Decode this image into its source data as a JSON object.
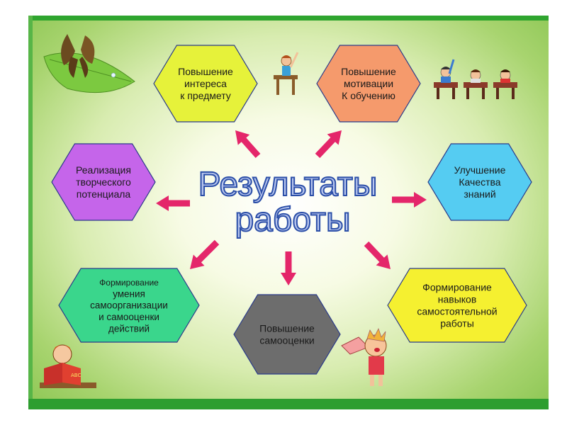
{
  "title": {
    "line1": "Результаты",
    "line2": "работы"
  },
  "nodes": [
    {
      "id": "interest",
      "lines": [
        "Повышение",
        "интереса",
        "к предмету"
      ],
      "color": "#e6f23a"
    },
    {
      "id": "motivation",
      "lines": [
        "Повышение",
        "мотивации",
        "К обучению"
      ],
      "color": "#f59a6c"
    },
    {
      "id": "creative",
      "lines": [
        "Реализация",
        "творческого",
        "потенциала"
      ],
      "color": "#c565ea"
    },
    {
      "id": "knowledge",
      "lines": [
        "Улучшение",
        "Качества",
        "знаний"
      ],
      "color": "#55ccf2"
    },
    {
      "id": "selforg",
      "lines": [
        "Формирование",
        "умения",
        "самоорганизации",
        "и самооценки",
        "действий"
      ],
      "color": "#3ad68c"
    },
    {
      "id": "selfesteem",
      "lines": [
        "Повышение",
        "самооценки"
      ],
      "color": "#6d6d6d"
    },
    {
      "id": "skills",
      "lines": [
        "Формирование",
        "навыков",
        "самостоятельной",
        "работы"
      ],
      "color": "#f5f030"
    }
  ],
  "colors": {
    "arrow": "#e4266a",
    "title_fill": "#b8c6ee",
    "title_stroke": "#2c4fa8",
    "frame_green": "#2e9e30"
  },
  "decorations": [
    "butterfly-icon",
    "student-at-desk-icon",
    "classroom-icon",
    "reading-boy-icon",
    "singing-child-icon"
  ]
}
